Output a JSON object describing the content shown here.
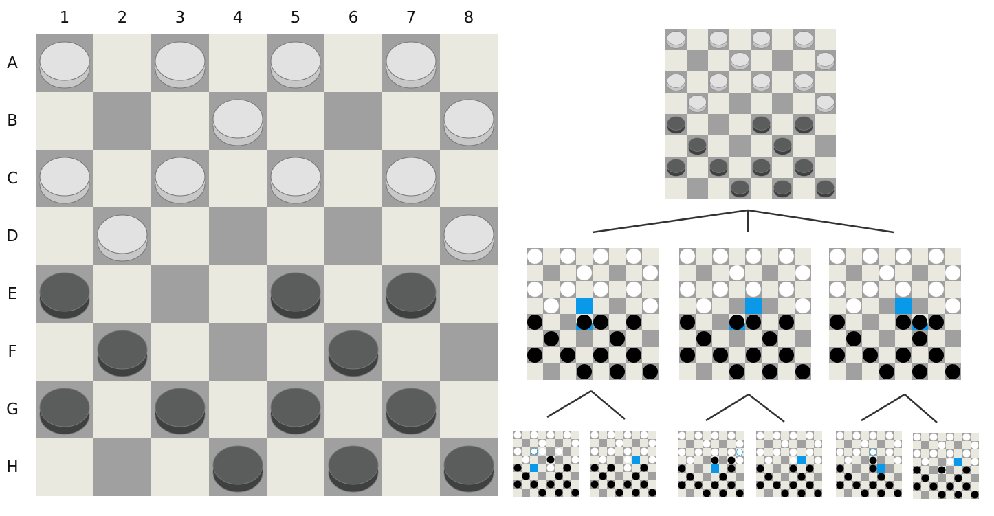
{
  "colors": {
    "light_square": "#e9e9df",
    "dark_square": "#a0a0a0",
    "light_piece": "#e2e2e2",
    "light_piece_edge": "#c8c8c8",
    "dark_piece": "#5b5d5d",
    "dark_piece_edge": "#3f4141",
    "diagram_white": "#ffffff",
    "diagram_black": "#000000",
    "highlight": "#0a98e8",
    "tree_line": "#333333"
  },
  "main_board": {
    "column_labels": [
      "1",
      "2",
      "3",
      "4",
      "5",
      "6",
      "7",
      "8"
    ],
    "row_labels": [
      "A",
      "B",
      "C",
      "D",
      "E",
      "F",
      "G",
      "H"
    ],
    "rows": [
      "w.w.w.w.",
      "...w...w",
      "w.w.w.w.",
      ".w.....w",
      "b...b.b.",
      ".b...b..",
      "b.b.b.b.",
      "...b.b.b"
    ]
  },
  "tree": {
    "root": {
      "rows": [
        "w.w.w.w.",
        "...w...w",
        "w.w.w.w.",
        ".w.....w",
        "b...b.b.",
        ".b...b..",
        "b.b.b.b.",
        "...b.b.b"
      ]
    },
    "level1": [
      {
        "rows": [
          "w.w.w.w.",
          "...w...w",
          "w.w.w.w.",
          ".w.X...w",
          "b..Bb.b.",
          ".b...b..",
          "b.b.b.b.",
          "...b.b.b"
        ]
      },
      {
        "rows": [
          "w.w.w.w.",
          "...w...w",
          "w.w.w.w.",
          ".w..X..w",
          "b..Bb.b.",
          ".b...b..",
          "b.b.b.b.",
          "...b.b.b"
        ]
      },
      {
        "rows": [
          "w.w.w.w.",
          "...w...w",
          "w.w.w.w.",
          ".w..X..w",
          "b...bBb.",
          ".b...b..",
          "b.b.b.b.",
          "...b.b.b"
        ]
      }
    ],
    "level2": [
      {
        "rows": [
          "w.w.w.w.",
          "...w...w",
          "w.Ow.w..",
          ".w..b..w",
          "b.X.w.b.",
          ".b...b..",
          "b.b.b.b.",
          "...b.b.b"
        ]
      },
      {
        "rows": [
          "w.w.w.w.",
          "...w...w",
          "w.w.w.w.",
          ".w..wX.w",
          "b.b.w.b.",
          ".b...b..",
          "b.b.b.b.",
          "...b.b.b"
        ]
      },
      {
        "rows": [
          "w.w.w.w.",
          "...w...w",
          "w.w.w.wO",
          ".w..b.bw",
          "b...X.b.",
          ".b...b..",
          "b.b.b.b.",
          "...b.b.b"
        ]
      },
      {
        "rows": [
          "w.w.w.w.",
          "...w...w",
          "w.w.w.w.",
          ".w..wX.w",
          "b...b.b.",
          ".b...b..",
          "b.b.b.b.",
          "...b.b.b"
        ]
      },
      {
        "rows": [
          "w.w.w.w.",
          "...w...w",
          "w.w.O.w.",
          ".w..b..w",
          "b...bX..",
          ".b...b..",
          "b.b.b.b.",
          "...b.b.b"
        ]
      },
      {
        "rows": [
          "w.w.w.w.",
          "...w...w",
          "w.w.w.w.",
          ".w..wX.w",
          "b..b..b.",
          ".b...b..",
          "b.b.b.b.",
          "...b.b.b"
        ]
      }
    ]
  }
}
